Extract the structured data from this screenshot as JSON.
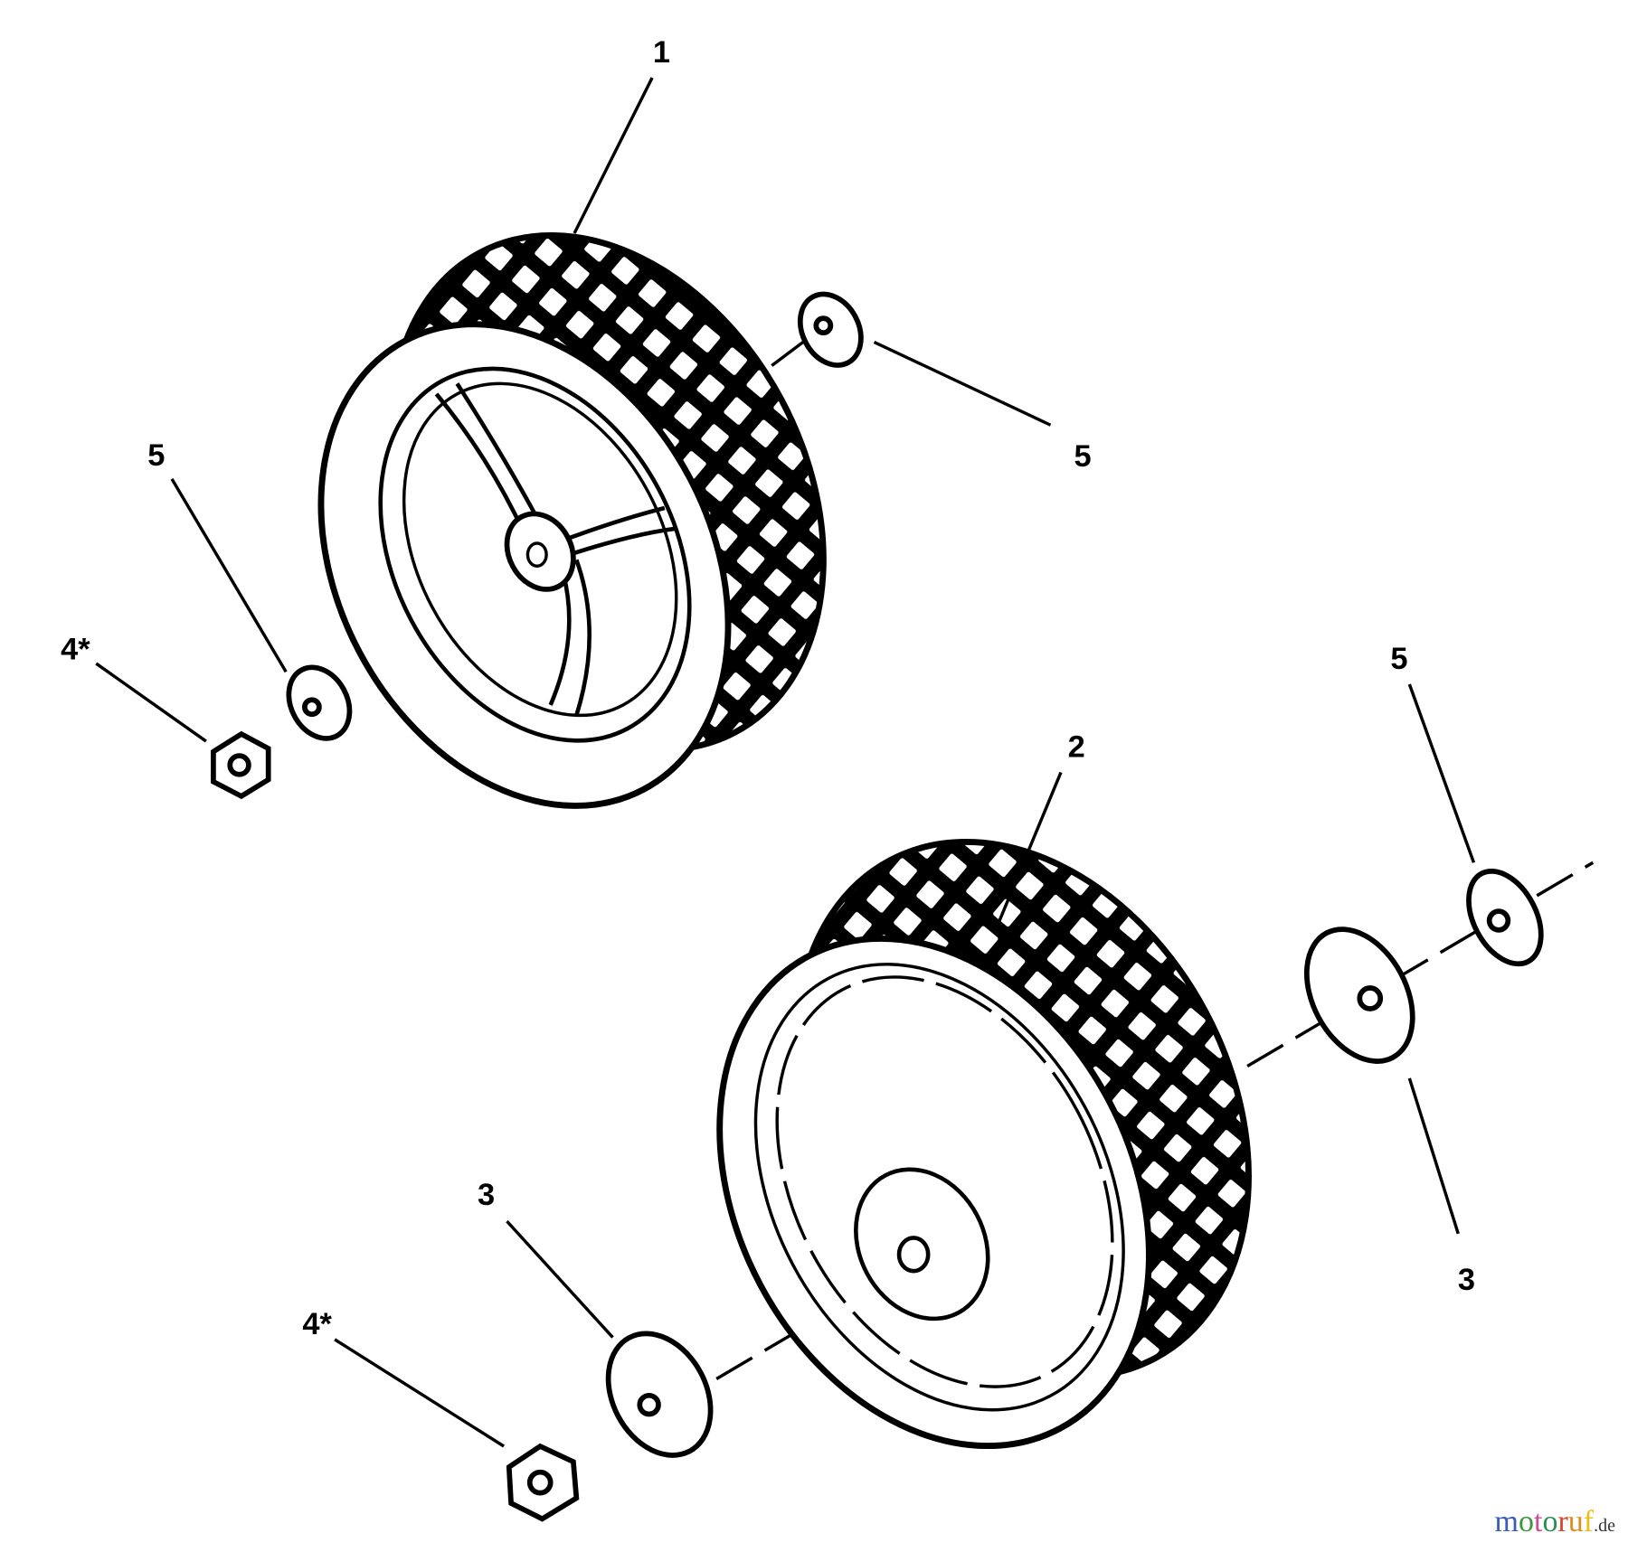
{
  "callouts": {
    "wheel_top": "1",
    "washer_top_right": "5",
    "washer_top_left": "5",
    "nut_top": "4*",
    "washer_right": "5",
    "wheel_bottom": "2",
    "adapter_bottom_left": "3",
    "nut_bottom": "4*",
    "adapter_right": "3"
  },
  "watermark": {
    "name": "motoruf",
    "tld": ".de",
    "colors": [
      "#3b5bb5",
      "#3a9a3a",
      "#d04a9a",
      "#2e8b57",
      "#d9472b",
      "#e08a1e",
      "#e6c219"
    ]
  }
}
